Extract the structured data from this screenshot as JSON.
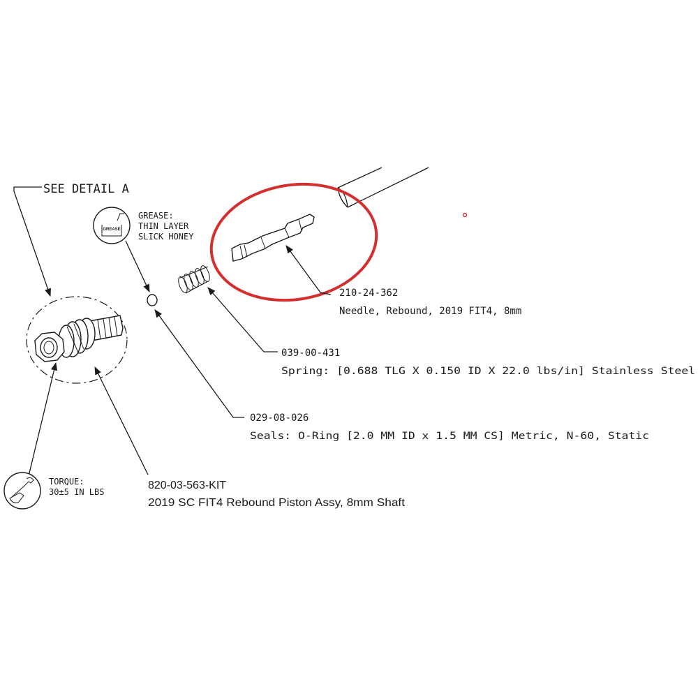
{
  "detail_callout": {
    "label": "SEE DETAIL  A"
  },
  "grease_note": {
    "icon_text": "GREASE",
    "line1": "GREASE:",
    "line2": "THIN LAYER",
    "line3": "SLICK HONEY"
  },
  "torque_note": {
    "line1": "TORQUE:",
    "line2": "30±5 IN LBS"
  },
  "parts": [
    {
      "part_number": "210-24-362",
      "description": "Needle, Rebound, 2019 FIT4, 8mm"
    },
    {
      "part_number": "039-00-431",
      "description": "Spring: [0.688 TLG X 0.150 ID X 22.0 lbs/in] Stainless Steel"
    },
    {
      "part_number": "029-08-026",
      "description": "Seals: O-Ring [2.0 MM ID x 1.5 MM CS] Metric, N-60, Static"
    },
    {
      "part_number": "820-03-563-KIT",
      "description": "2019 SC FIT4 Rebound Piston Assy, 8mm Shaft"
    }
  ],
  "colors": {
    "highlight": "#d32f2f",
    "ink": "#1a1a1a"
  }
}
